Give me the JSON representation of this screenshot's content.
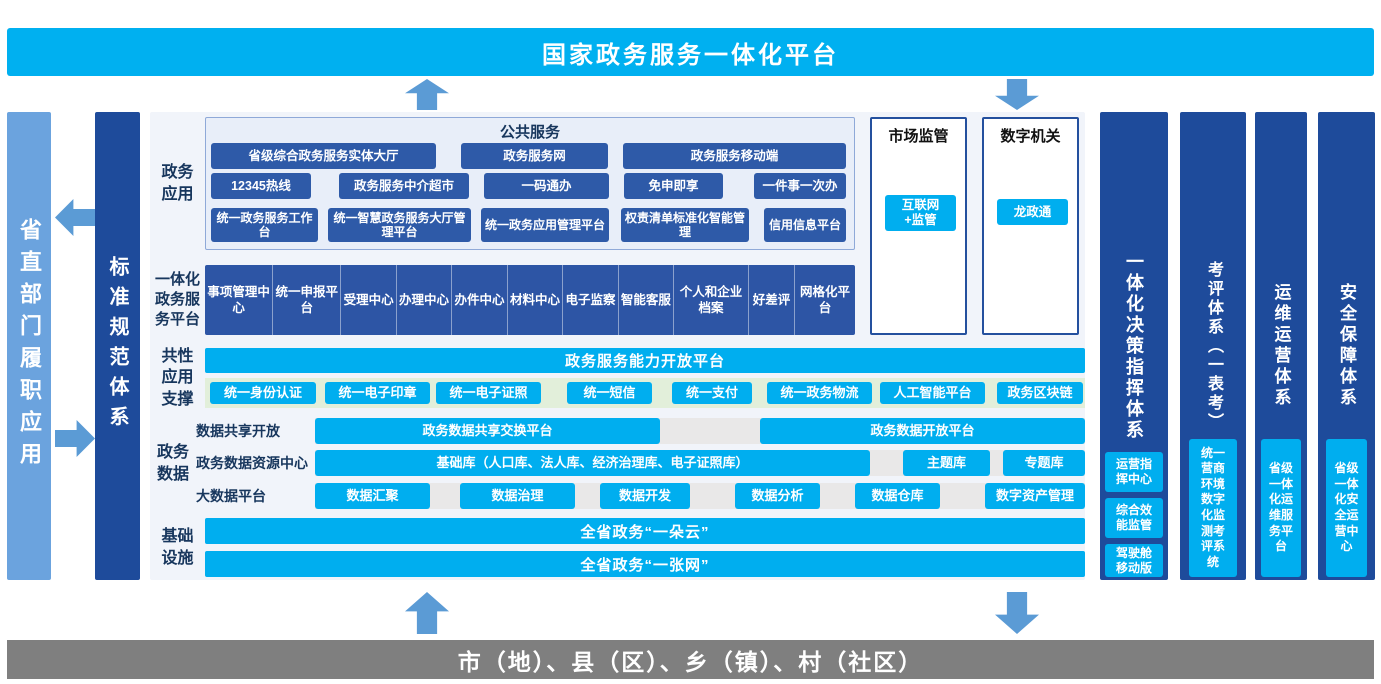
{
  "colors": {
    "cyan": "#00aeef",
    "top_banner_cyan": "#00b0f0",
    "button_dark_blue": "#2e5aa8",
    "bar_navy": "#1e4b9b",
    "arrow_blue": "#5b9bd5",
    "left_bar_blue": "#6ba3de",
    "gray_banner": "#7f7f7f",
    "panel_light_blue": "#e8eef9",
    "strip_green": "#e2efda",
    "strip_gray": "#e9e8e8",
    "label_navy": "#17365d"
  },
  "top_banner": {
    "label": "国家政务服务一体化平台"
  },
  "bottom_banner": {
    "label": "市（地）、县（区）、乡（镇）、村（社区）"
  },
  "left_bars": [
    {
      "label": "省直部门履职应用"
    },
    {
      "label": "标准规范体系"
    }
  ],
  "rows": {
    "apps": {
      "label": "政务应用",
      "public_services": {
        "title": "公共服务",
        "row1": [
          "省级综合政务服务实体大厅",
          "政务服务网",
          "政务服务移动端"
        ],
        "row2": [
          "12345热线",
          "政务服务中介超市",
          "一码通办",
          "免申即享",
          "一件事一次办"
        ],
        "row3": [
          "统一政务服务工作台",
          "统一智慧政务服务大厅管理平台",
          "统一政务应用管理平台",
          "权责清单标准化智能管理",
          "信用信息平台"
        ]
      },
      "market_regulation": {
        "title": "市场监管",
        "button": "互联网+监管"
      },
      "digital_agency": {
        "title": "数字机关",
        "button": "龙政通"
      }
    },
    "service_platform": {
      "label": "一体化政务服务平台",
      "items": [
        "事项管理中心",
        "统一申报平台",
        "受理中心",
        "办理中心",
        "办件中心",
        "材料中心",
        "电子监察",
        "智能客服",
        "个人和企业档案",
        "好差评",
        "网格化平台"
      ]
    },
    "common_support": {
      "label": "共性应用支撑",
      "open_platform": "政务服务能力开放平台",
      "items": [
        "统一身份认证",
        "统一电子印章",
        "统一电子证照",
        "统一短信",
        "统一支付",
        "统一政务物流",
        "人工智能平台",
        "政务区块链"
      ]
    },
    "gov_data": {
      "label": "政务数据",
      "sharing": {
        "label": "数据共享开放",
        "items": [
          "政务数据共享交换平台",
          "政务数据开放平台"
        ]
      },
      "resource_center": {
        "label": "政务数据资源中心",
        "items": [
          "基础库（人口库、法人库、经济治理库、电子证照库）",
          "主题库",
          "专题库"
        ]
      },
      "big_data": {
        "label": "大数据平台",
        "items": [
          "数据汇聚",
          "数据治理",
          "数据开发",
          "数据分析",
          "数据仓库",
          "数字资产管理"
        ]
      }
    },
    "infrastructure": {
      "label": "基础设施",
      "items": [
        "全省政务“一朵云”",
        "全省政务“一张网”"
      ]
    }
  },
  "right_bars": [
    {
      "label": "一体化决策指挥体系",
      "buttons": [
        "运营指挥中心",
        "综合效能监管",
        "驾驶舱移动版"
      ]
    },
    {
      "label": "考评体系（一表考）",
      "buttons": [
        "统一营商环境数字化监测考评系统"
      ]
    },
    {
      "label": "运维运营体系",
      "buttons": [
        "省级一体化运维服务平台"
      ]
    },
    {
      "label": "安全保障体系",
      "buttons": [
        "省级一体化安全运营中心"
      ]
    }
  ]
}
